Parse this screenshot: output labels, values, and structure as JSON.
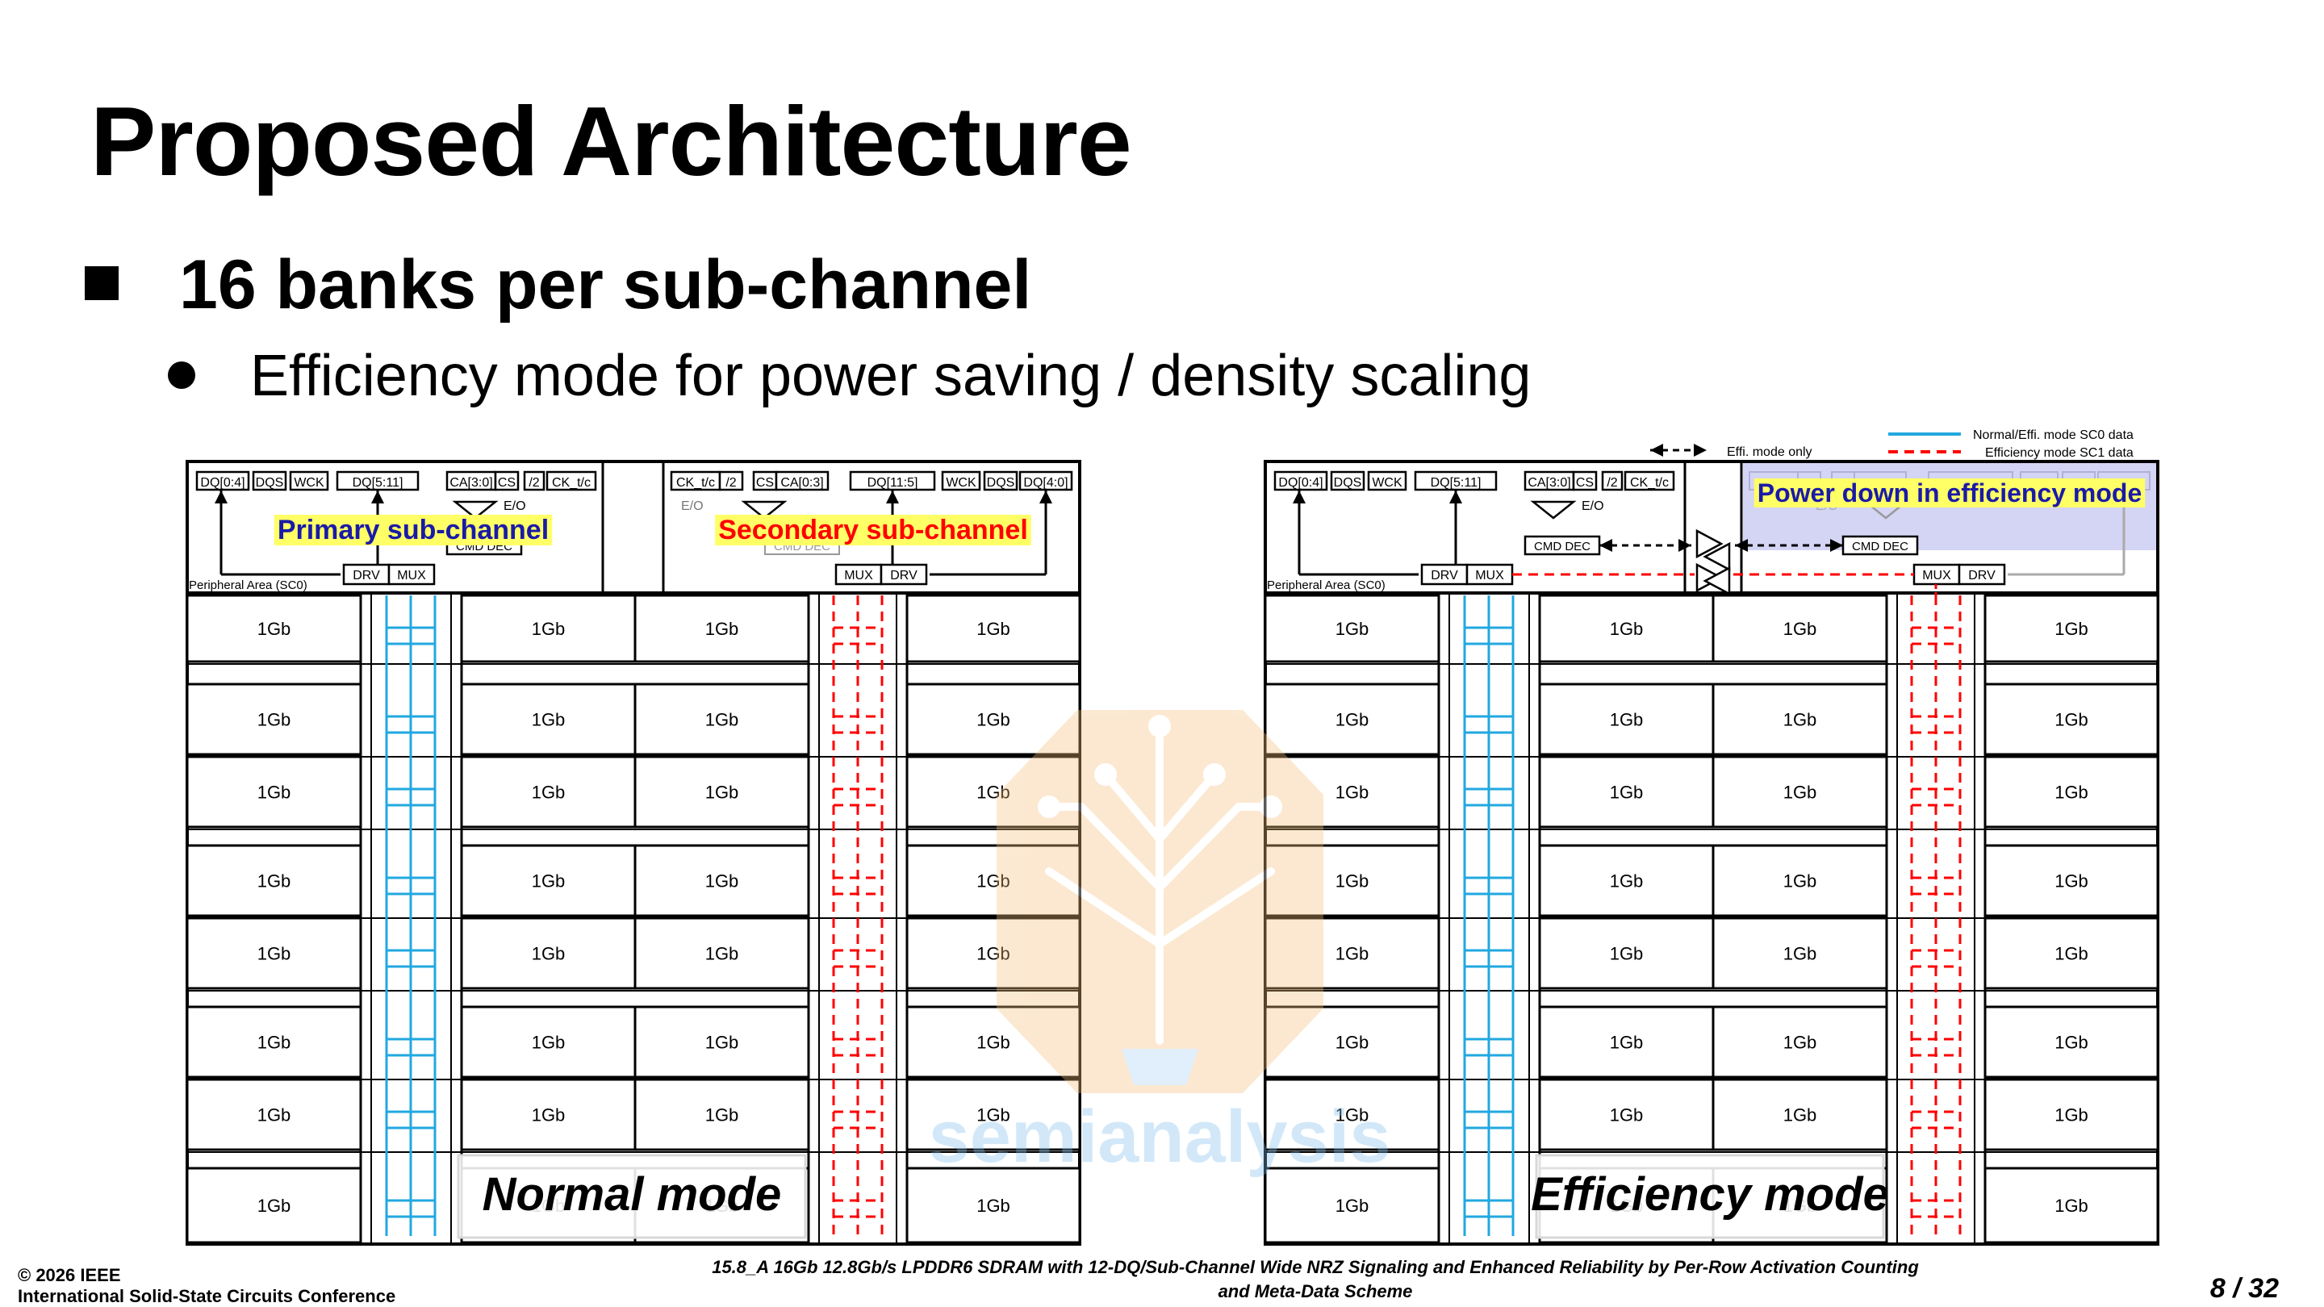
{
  "title": "Proposed Architecture",
  "bullet1": "16 banks per sub-channel",
  "bullet2": "Efficiency mode for power saving / density scaling",
  "footer": {
    "copyright": "© 2026 IEEE",
    "conference": "International Solid-State Circuits Conference",
    "paper_line1": "15.8_A 16Gb 12.8Gb/s LPDDR6 SDRAM with 12-DQ/Sub-Channel Wide NRZ Signaling and Enhanced Reliability by Per-Row Activation Counting",
    "paper_line2": "and Meta-Data Scheme",
    "page": "8 / 32"
  },
  "legend": {
    "effi_only": "Effi. mode only",
    "sc0": "Normal/Effi. mode SC0 data",
    "sc1": "Efficiency mode SC1 data"
  },
  "pins_left": [
    "DQ[0:4]",
    "DQS",
    "WCK",
    "DQ[5:11]",
    "CA[3:0]",
    "CS",
    "/2",
    "CK_t/c"
  ],
  "pins_right": [
    "CK_t/c",
    "/2",
    "CS",
    "CA[0:3]",
    "DQ[11:5]",
    "WCK",
    "DQS",
    "DQ[4:0]"
  ],
  "labels": {
    "drv": "DRV",
    "mux": "MUX",
    "cmd_dec": "CMD DEC",
    "eo": "E/O",
    "peripheral": "Peripheral Area (SC0)",
    "bank": "1Gb"
  },
  "normal_diagram": {
    "primary": "Primary sub-channel",
    "secondary": "Secondary sub-channel",
    "mode": "Normal mode"
  },
  "efficiency_diagram": {
    "power_down": "Power down in efficiency mode",
    "mode": "Efficiency mode"
  },
  "watermark": "semianalysis",
  "colors": {
    "sc0_line": "#22a8e0",
    "sc1_line": "#ff0000",
    "primary_text": "#1a1aa8",
    "secondary_text": "#ff0000",
    "highlight": "#ffff66",
    "power_down_fill": "#d4d4f4"
  }
}
